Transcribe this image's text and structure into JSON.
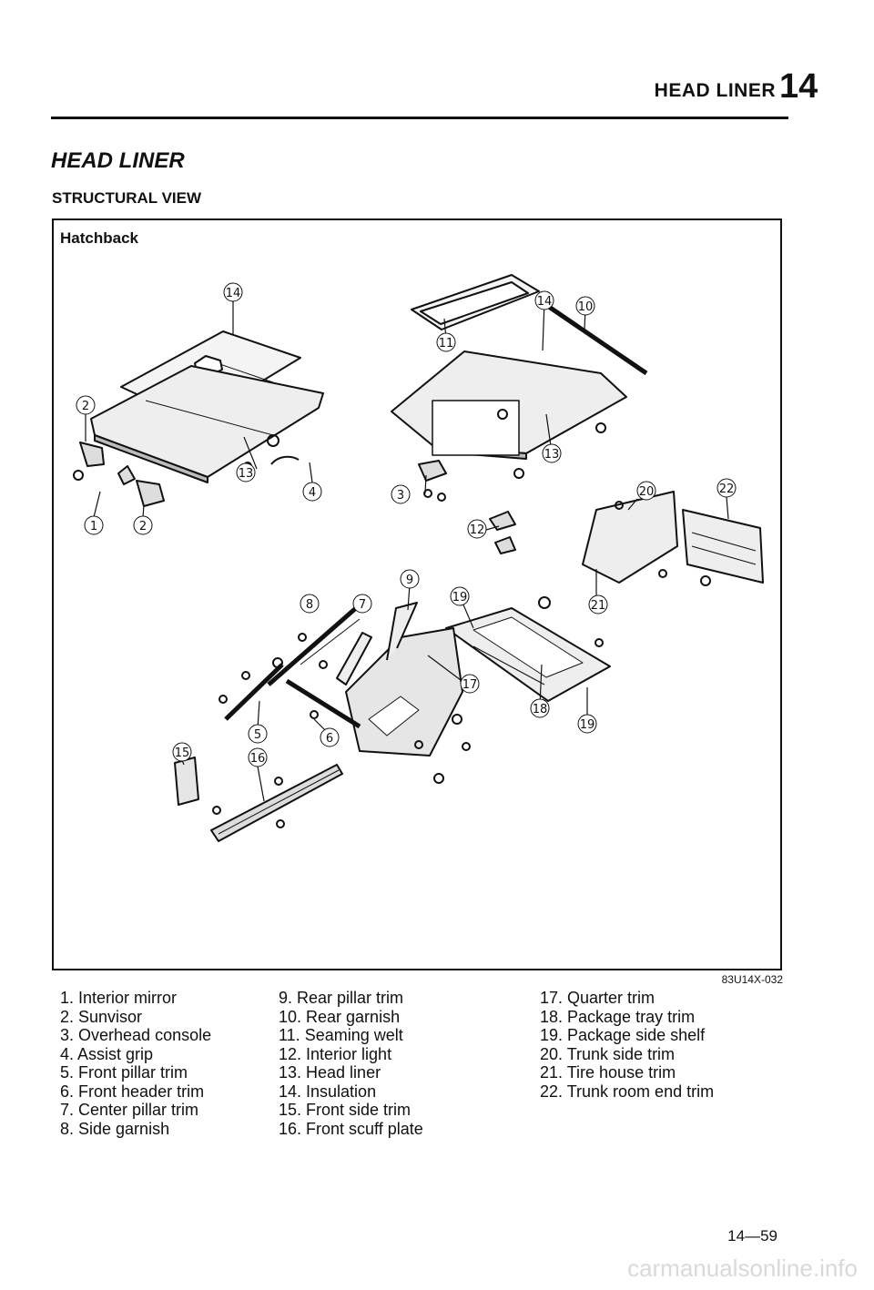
{
  "header": {
    "title": "HEAD LINER",
    "chapter": "14"
  },
  "section_title": "HEAD LINER",
  "subsection_title": "STRUCTURAL VIEW",
  "diagram": {
    "variant_label": "Hatchback",
    "figure_code": "83U14X-032",
    "callouts": [
      "1",
      "2",
      "2",
      "3",
      "4",
      "5",
      "6",
      "7",
      "8",
      "9",
      "10",
      "11",
      "12",
      "13",
      "13",
      "14",
      "14",
      "15",
      "16",
      "17",
      "18",
      "19",
      "19",
      "20",
      "21",
      "22"
    ]
  },
  "legend": {
    "col1": [
      "1. Interior mirror",
      "2. Sunvisor",
      "3. Overhead console",
      "4. Assist grip",
      "5. Front pillar trim",
      "6. Front header trim",
      "7. Center pillar trim",
      "8. Side garnish"
    ],
    "col2": [
      "9. Rear pillar trim",
      "10. Rear garnish",
      "11. Seaming welt",
      "12. Interior light",
      "13. Head liner",
      "14. Insulation",
      "15. Front side trim",
      "16. Front scuff plate"
    ],
    "col3": [
      "17. Quarter trim",
      "18. Package tray trim",
      "19. Package side shelf",
      "20. Trunk side trim",
      "21. Tire house trim",
      "22. Trunk room end trim"
    ]
  },
  "page_number": "14—59",
  "watermark": "carmanualsonline.info"
}
